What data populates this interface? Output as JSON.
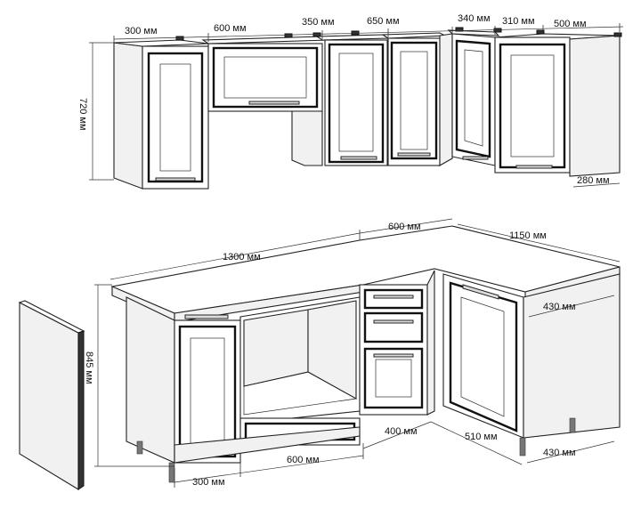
{
  "upper_dimensions": {
    "w300": "300 мм",
    "w600": "600 мм",
    "w350": "350 мм",
    "w650": "650 мм",
    "w340": "340 мм",
    "w310": "310 мм",
    "w500": "500 мм",
    "height": "720 мм",
    "depth": "280 мм"
  },
  "lower_dimensions": {
    "w1300": "1300 мм",
    "w600_top": "600 мм",
    "w1150": "1150 мм",
    "w430_side": "430 мм",
    "height": "845 мм",
    "w400": "400 мм",
    "w510": "510 мм",
    "w430_depth": "430 мм",
    "w300_bottom": "300 мм",
    "w600_bottom": "600 мм"
  }
}
